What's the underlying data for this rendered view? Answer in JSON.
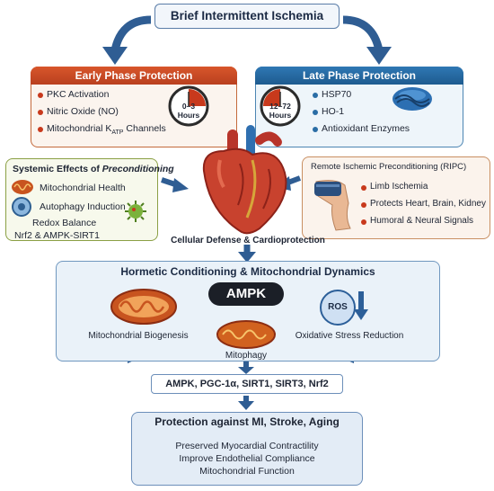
{
  "top_title": "Brief Intermittent Ischemia",
  "early_phase": {
    "title": "Early Phase Protection",
    "items": [
      "PKC Activation",
      "Nitric Oxide (NO)",
      "Mitochondrial K",
      "Channels"
    ],
    "subscript": "ATP",
    "clock_range": "0–3",
    "clock_unit": "Hours"
  },
  "late_phase": {
    "title": "Late Phase Protection",
    "items": [
      "HSP70",
      "HO-1",
      "Antioxidant Enzymes"
    ],
    "clock_range": "12–72",
    "clock_unit": "Hours"
  },
  "systemic": {
    "title_plain": "Systemic Effects of ",
    "title_italic": "Preconditioning",
    "items": [
      "Mitochondrial Health",
      "Autophagy Induction",
      "Redox Balance"
    ],
    "footer": "Nrf2 & AMPK-SIRT1"
  },
  "ripc": {
    "title": "Remote Ischemic Preconditioning (RIPC)",
    "items": [
      "Limb Ischemia",
      "Protects Heart, Brain, Kidney",
      "Humoral & Neural Signals"
    ]
  },
  "center_caption": "Cellular Defense & Cardioprotection",
  "hormetic": {
    "title": "Hormetic Conditioning & Mitochondrial Dynamics",
    "ampk": "AMPK",
    "ros": "ROS",
    "biogenesis": "Mitochondrial Biogenesis",
    "mitophagy": "Mitophagy",
    "oxidative": "Oxidative Stress Reduction"
  },
  "markers": "AMPK, PGC-1α, SIRT1, SIRT3, Nrf2",
  "outcome": {
    "title": "Protection against MI, Stroke, Aging",
    "lines": [
      "Preserved Myocardial Contractility",
      "Improve Endothelial Compliance",
      "Mitochondrial Function"
    ]
  },
  "colors": {
    "early_accent": "#c8391c",
    "late_accent": "#1e5b8f",
    "arrow_blue": "#2f5d93",
    "systemic_accent": "#8ba045"
  }
}
